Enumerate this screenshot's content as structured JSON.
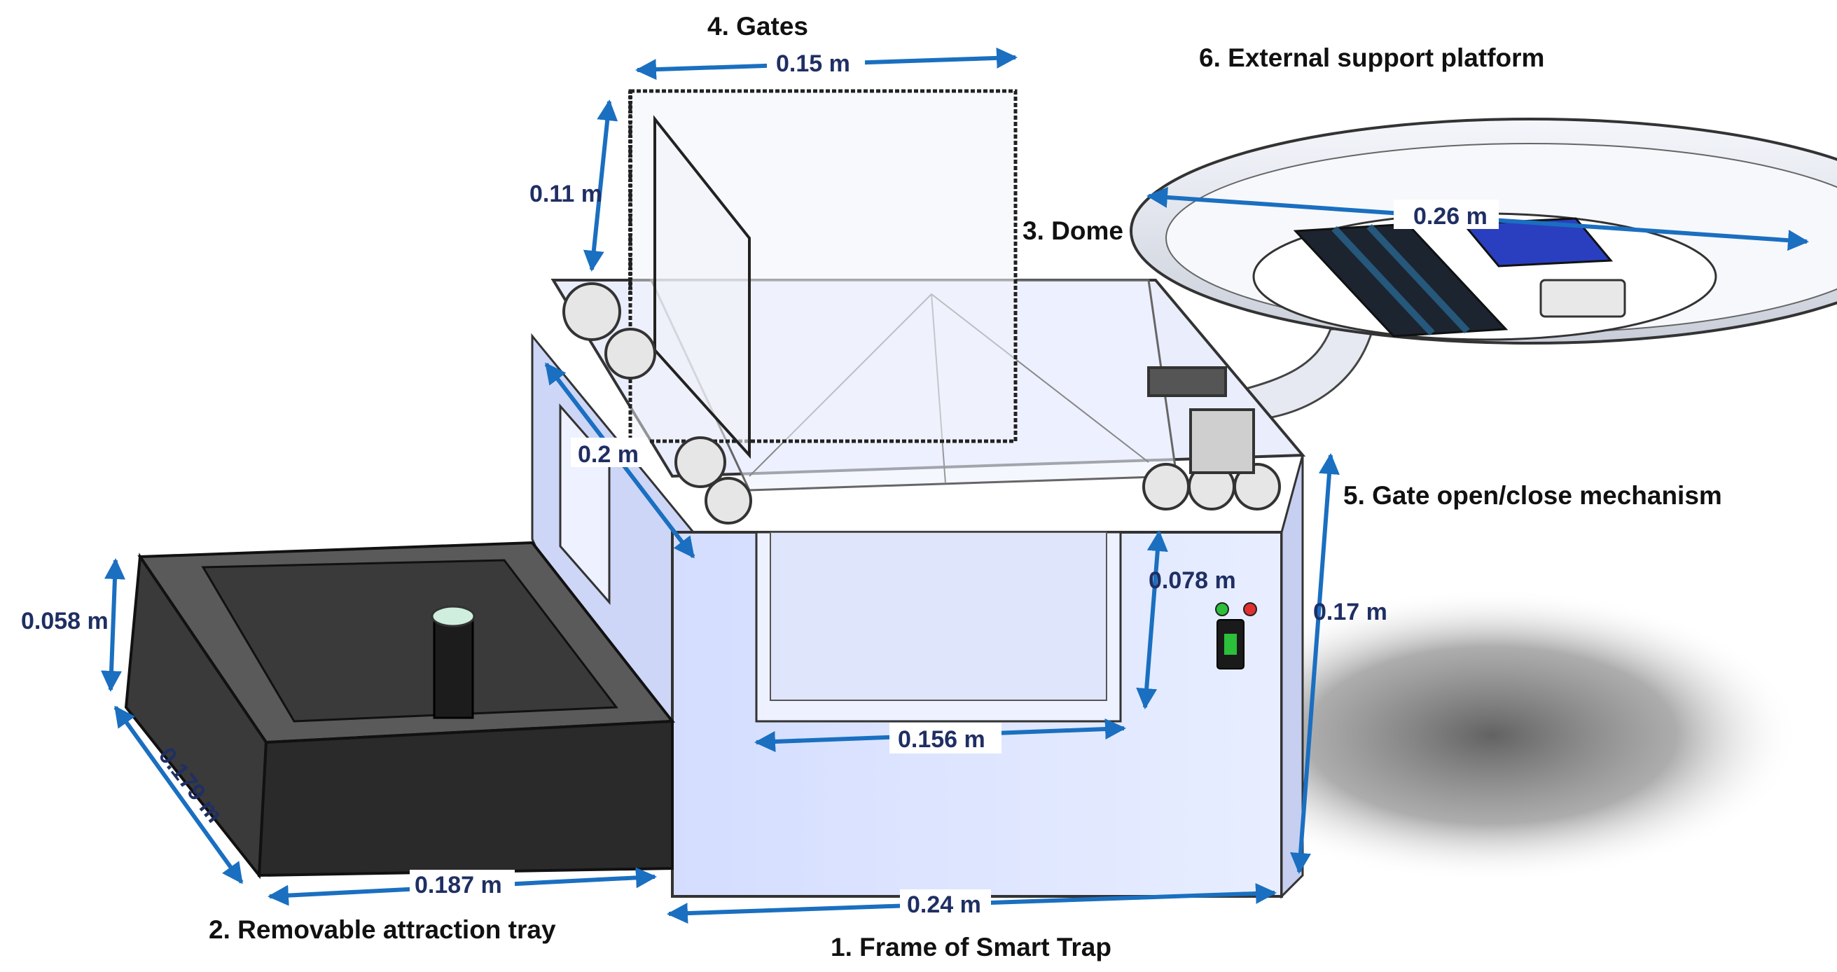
{
  "colors": {
    "frame_fill": "#dfe7ff",
    "frame_stroke": "#333333",
    "tray_fill": "#3c3c3c",
    "tray_dark": "#2a2a2a",
    "glass_fill": "#eef2ff",
    "arrow": "#1a6fc0",
    "dim_text": "#1f2f63",
    "label_text": "#111111",
    "led_green": "#2bbf3a",
    "led_red": "#e03030"
  },
  "components": {
    "frame": "1. Frame of Smart Trap",
    "tray": "2. Removable attraction tray",
    "dome": "3. Dome",
    "gates": "4. Gates",
    "mechanism": "5. Gate open/close mechanism",
    "platform": "6. External support platform"
  },
  "dimensions": {
    "gate_width": "0.15 m",
    "gate_height": "0.11 m",
    "platform_diameter": "0.26 m",
    "frame_depth": "0.2 m",
    "tray_height": "0.058 m",
    "tray_depth": "0.179 m",
    "tray_width": "0.187 m",
    "opening_width": "0.156 m",
    "opening_height": "0.078 m",
    "frame_height": "0.17 m",
    "frame_width": "0.24 m"
  }
}
